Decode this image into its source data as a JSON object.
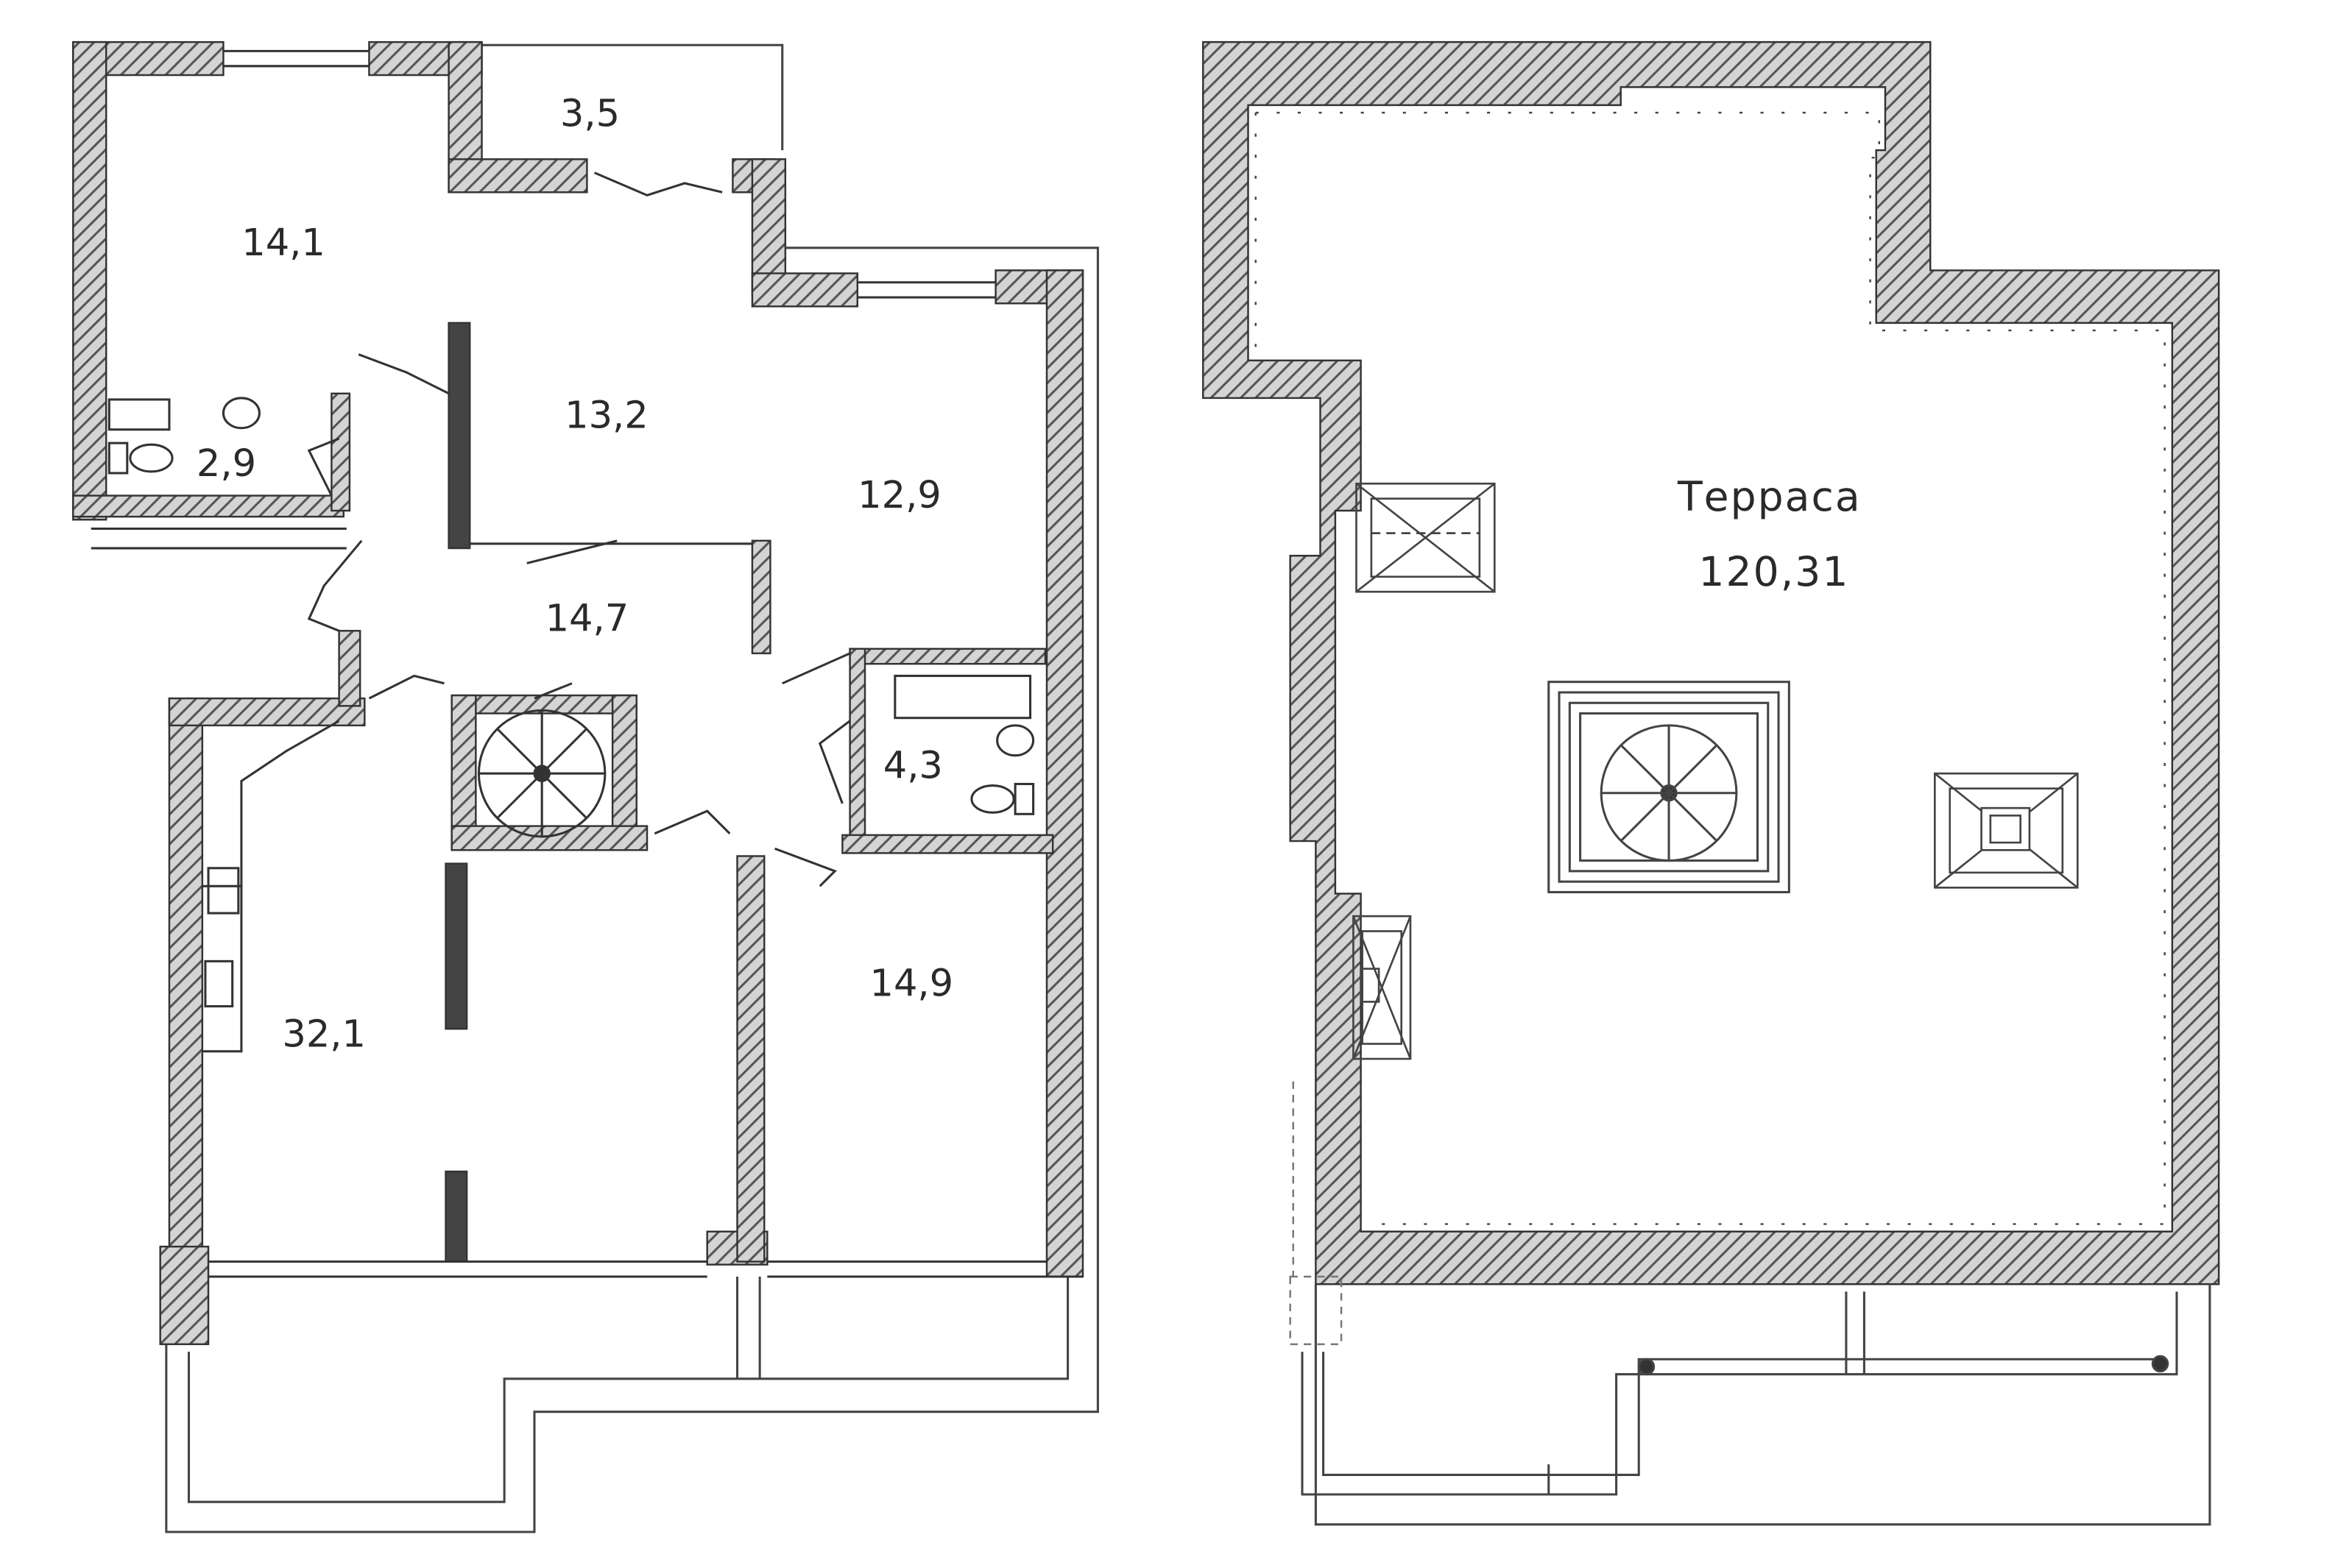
{
  "lower_floor": {
    "rooms": [
      {
        "area": "14,1"
      },
      {
        "area": "3,5"
      },
      {
        "area": "13,2"
      },
      {
        "area": "2,9"
      },
      {
        "area": "12,9"
      },
      {
        "area": "14,7"
      },
      {
        "area": "4,3"
      },
      {
        "area": "32,1"
      },
      {
        "area": "14,9"
      }
    ]
  },
  "upper_floor": {
    "terrace": {
      "name": "Терраса",
      "area": "120,31"
    }
  },
  "colors": {
    "wall_hatch": "#555555",
    "wall_fill": "#d9d9d9",
    "line": "#3a3a3a"
  }
}
